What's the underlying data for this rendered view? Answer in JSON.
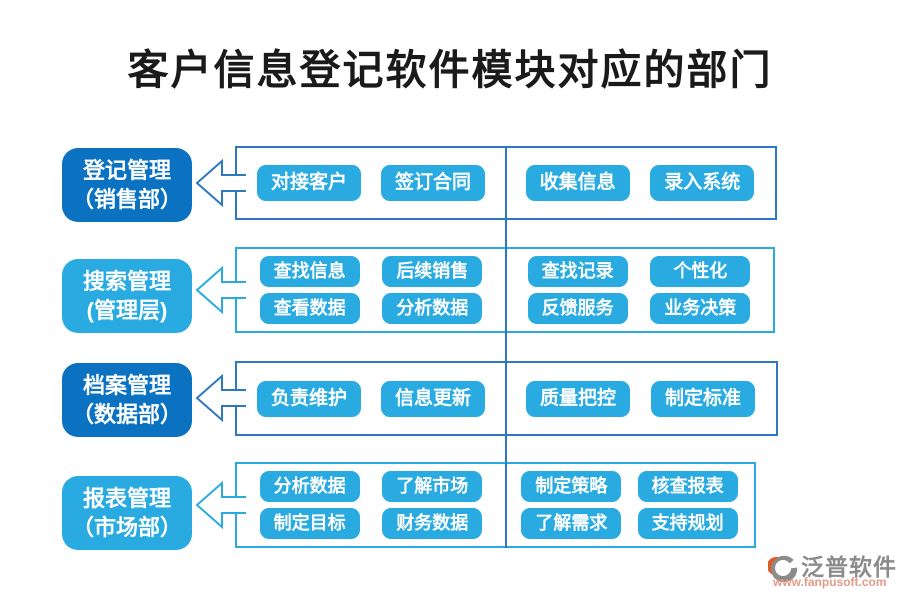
{
  "title": "客户信息登记软件模块对应的部门",
  "colors": {
    "dark_blue": "#0b72c2",
    "cyan": "#29abe2",
    "mid_blue": "#2e78c0",
    "title_text": "#1a1a1a",
    "logo_gray": "#8c8c8c",
    "logo_orange": "#e05a2b",
    "logo_url_color": "#e59a88"
  },
  "rows": [
    {
      "label_line1": "登记管理",
      "label_line2": "（销售部）",
      "buttons_rows": [
        [
          "对接客户",
          "签订合同",
          "收集信息",
          "录入系统"
        ]
      ]
    },
    {
      "label_line1": "搜索管理",
      "label_line2": "(管理层)",
      "buttons_rows": [
        [
          "查找信息",
          "后续销售",
          "查找记录",
          "个性化"
        ],
        [
          "查看数据",
          "分析数据",
          "反馈服务",
          "业务决策"
        ]
      ]
    },
    {
      "label_line1": "档案管理",
      "label_line2": "（数据部）",
      "buttons_rows": [
        [
          "负责维护",
          "信息更新",
          "质量把控",
          "制定标准"
        ]
      ]
    },
    {
      "label_line1": "报表管理",
      "label_line2": "（市场部）",
      "buttons_rows": [
        [
          "分析数据",
          "了解市场",
          "制定策略",
          "核查报表"
        ],
        [
          "制定目标",
          "财务数据",
          "了解需求",
          "支持规划"
        ]
      ]
    }
  ],
  "logo": {
    "name": "泛普软件",
    "url": "www.fanpusoft.com"
  }
}
